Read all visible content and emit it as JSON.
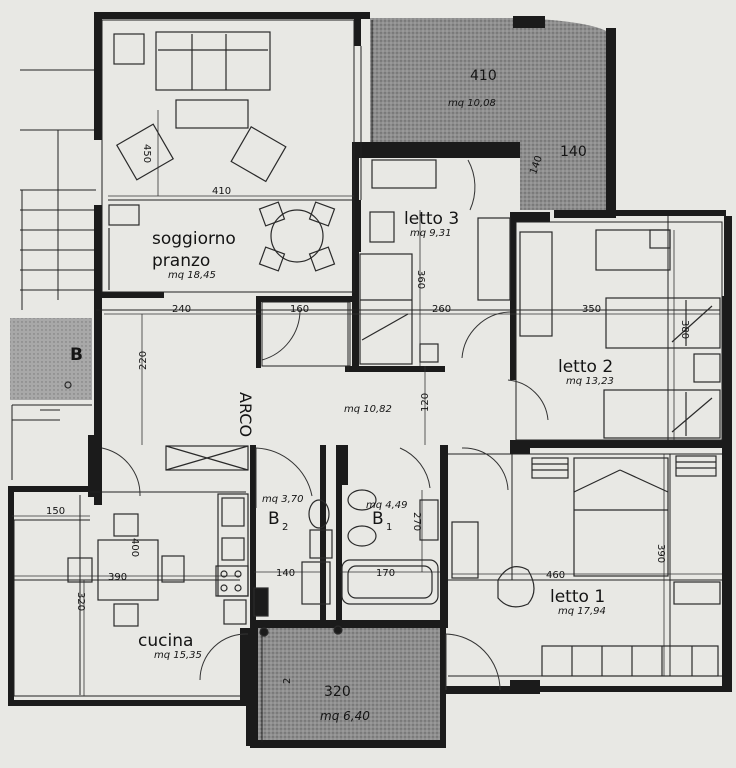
{
  "rooms": {
    "soggiorno": {
      "name_line1": "soggiorno",
      "name_line2": "pranzo",
      "area": "mq 18,45"
    },
    "letto3": {
      "name": "letto 3",
      "area": "mq 9,31"
    },
    "letto2": {
      "name": "letto 2",
      "area": "mq 13,23"
    },
    "letto1": {
      "name": "letto 1",
      "area": "mq 17,94"
    },
    "cucina": {
      "name": "cucina",
      "area": "mq 15,35"
    },
    "bagno2": {
      "name": "B",
      "sub": "2",
      "area": "mq 3,70"
    },
    "bagno1": {
      "name": "B",
      "sub": "1",
      "area": "mq 4,49"
    },
    "corridoio": {
      "label": "ARCO",
      "area": "mq 10,82"
    },
    "terrazzo_nord": {
      "dim": "410",
      "area": "mq 10,08"
    },
    "terrazzo_sud": {
      "dim": "320",
      "area": "mq 6,40"
    },
    "esterno": {
      "letter": "B"
    }
  },
  "dimensions": {
    "soggiorno_width": "410",
    "soggiorno_depth": "450",
    "corridoio_left": "240",
    "corridoio_mid": "160",
    "letto3_width": "260",
    "letto3_depth": "360",
    "letto2_width": "350",
    "letto2_depth": "380",
    "corridoio_height": "220",
    "corridoio_depth": "120",
    "cucina_left": "150",
    "cucina_width": "390",
    "cucina_table": "400",
    "cucina_depth": "320",
    "bagno2_width": "140",
    "bagno1_width": "170",
    "bagno1_depth": "270",
    "letto1_width": "460",
    "letto1_depth": "390",
    "terrazzo_nord_depth": "140",
    "terrazzo_nord_small": "140",
    "terrazzo_sud_depth": "2"
  }
}
